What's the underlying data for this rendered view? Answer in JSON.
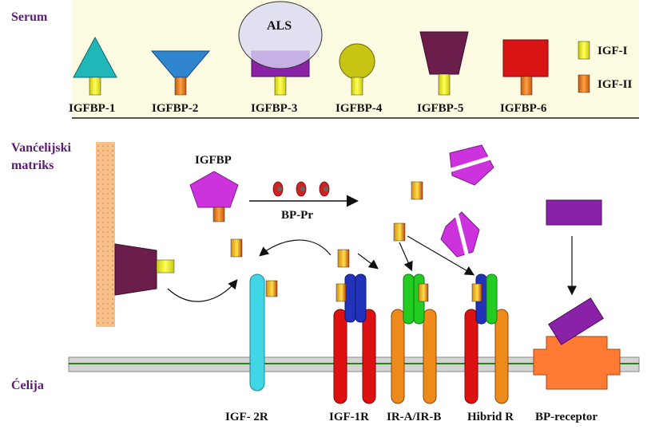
{
  "sections": {
    "serum": "Serum",
    "ecm_line1": "Vanćelijski",
    "ecm_line2": "matriks",
    "cell": "Ćelija"
  },
  "binding_proteins": [
    {
      "label": "IGFBP-1",
      "color": "#1fb7b7",
      "ligand": "IGF-I"
    },
    {
      "label": "IGFBP-2",
      "color": "#2f86cf",
      "ligand": "IGF-II"
    },
    {
      "label": "IGFBP-3",
      "color": "#8a22a8",
      "ligand": "IGF-I"
    },
    {
      "label": "IGFBP-4",
      "color": "#c8c414",
      "ligand": "IGF-I"
    },
    {
      "label": "IGFBP-5",
      "color": "#6b1e4c",
      "ligand": "IGF-I"
    },
    {
      "label": "IGFBP-6",
      "color": "#d81414",
      "ligand": "IGF-II"
    }
  ],
  "als_label": "ALS",
  "legend": [
    {
      "label": "IGF-I",
      "color": "#e8e81a"
    },
    {
      "label": "IGF-II",
      "color": "#e07a1a"
    }
  ],
  "igfbp_label": "IGFBP",
  "protease_label": "BP-Pr",
  "receptors": [
    {
      "label": "IGF- 2R"
    },
    {
      "label": "IGF-1R"
    },
    {
      "label": "IR-A/IR-B"
    },
    {
      "label": "Hibrid R"
    },
    {
      "label": "BP-receptor"
    }
  ],
  "colors": {
    "serum_bg": "#fdfbe1",
    "ecm_fiber": "#f5c08a",
    "membrane": "#9e9e9e",
    "membrane_line": "#2e7d1e",
    "igfbp_pentagon": "#cc33dd",
    "protease": "#cc2222",
    "igf2r": "#40d6e6",
    "igf1r_alpha": "#2233bb",
    "igf1r_beta": "#dd1111",
    "ir_alpha": "#22cc22",
    "ir_beta": "#ee8a1a",
    "bp_receptor": "#ff7a33",
    "bp_receptor_ligand": "#8a22a8"
  }
}
